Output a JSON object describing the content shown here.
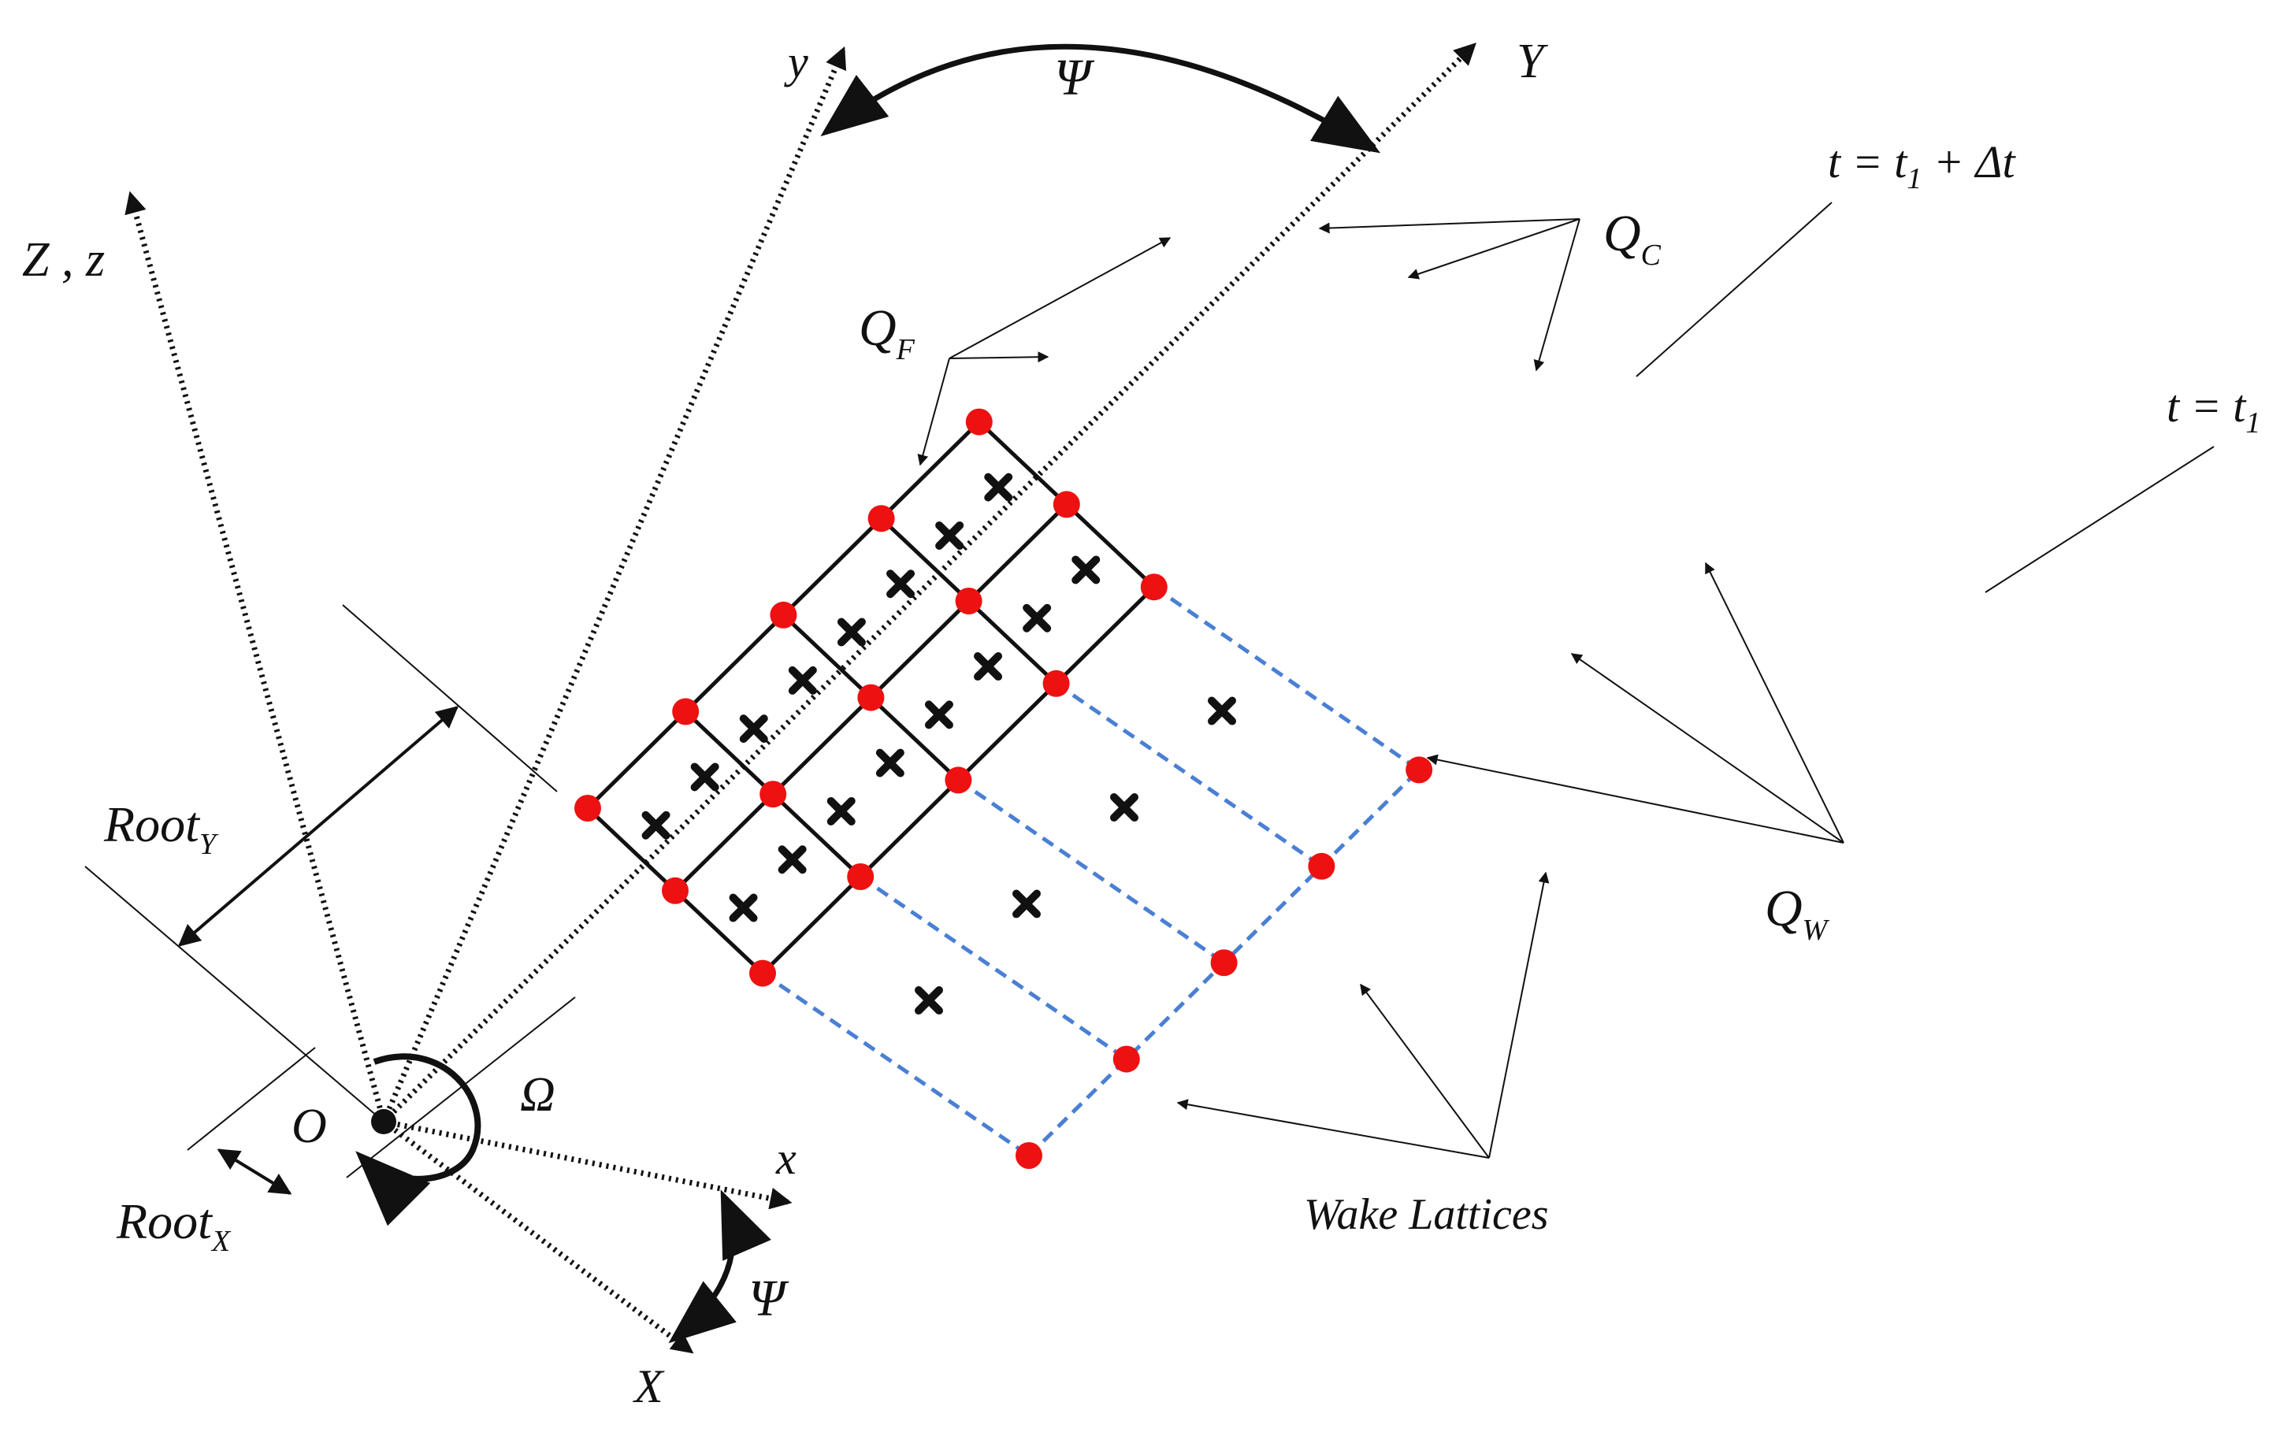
{
  "colors": {
    "grid_line": "#111111",
    "node": "#ee1111",
    "wake_line": "#4a7fd4",
    "axis": "#111111"
  },
  "labels": {
    "axis_y_small": "y",
    "axis_Y": "Y",
    "axis_Zz": "Z , z",
    "axis_x_small": "x",
    "axis_X": "X",
    "origin": "O",
    "omega": "Ω",
    "psi_top": "Ψ",
    "psi_bottom": "Ψ",
    "root_y_main": "Root",
    "root_y_sub": "Y",
    "root_x_main": "Root",
    "root_x_sub": "X",
    "qf_main": "Q",
    "qf_sub": "F",
    "qc_main": "Q",
    "qc_sub": "C",
    "qw_main": "Q",
    "qw_sub": "W",
    "time_top_pre": "t = t",
    "time_top_sub": "1",
    "time_top_post": " + Δt",
    "time_bottom_pre": "t = t",
    "time_bottom_sub": "1",
    "wake_caption": "Wake Lattices"
  },
  "icons": {
    "node": "red-dot",
    "control_point": "x-mark",
    "rotation": "curved-arrow",
    "origin": "black-dot"
  }
}
